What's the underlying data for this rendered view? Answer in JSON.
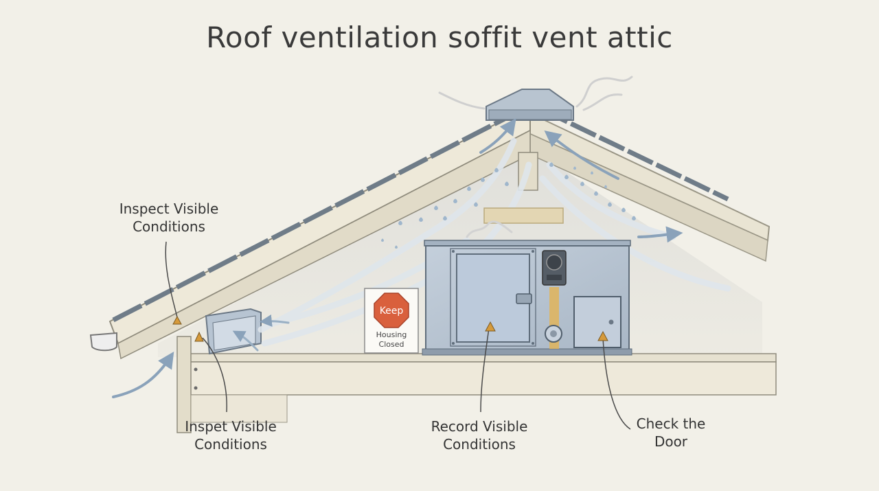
{
  "title": "Roof ventilation soffit vent attic",
  "callouts": [
    {
      "id": "inspect-top",
      "line1": "Inspect Visible",
      "line2": "Conditions"
    },
    {
      "id": "inspect-bottom",
      "line1": "Inspet Visible",
      "line2": "Conditions"
    },
    {
      "id": "record",
      "line1": "Record Visible",
      "line2": "Conditions"
    },
    {
      "id": "check-door",
      "line1": "Check the",
      "line2": "Door"
    }
  ],
  "sign": {
    "stop_word": "Keep",
    "line1": "Housing",
    "line2": "Closed"
  },
  "colors": {
    "background": "#f2f0e8",
    "roof_shingle": "#6f7c88",
    "wood": "#ece7d8",
    "airflow": "#8fa6bd",
    "housing": "#b9c5d2",
    "stop_sign": "#d9603d",
    "callout_marker": "#d69a3a",
    "moisture": "#9fb6cc"
  }
}
